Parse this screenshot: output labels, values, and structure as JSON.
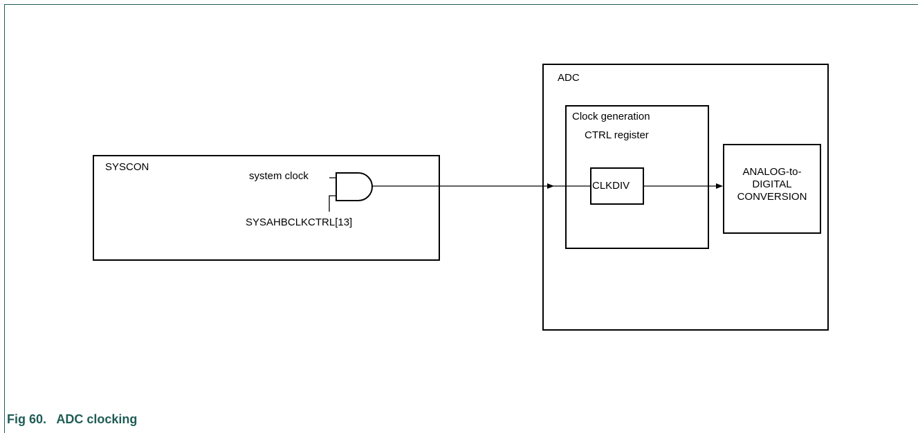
{
  "syscon": {
    "title": "SYSCON",
    "gate_input_label": "system clock",
    "gate_enable_label": "SYSAHBCLKCTRL[13]"
  },
  "adc": {
    "title": "ADC",
    "clockgen_line1": "Clock generation",
    "clockgen_line2": "CTRL register",
    "clkdiv_label": "CLKDIV",
    "conversion_line1": "ANALOG-to-",
    "conversion_line2": "DIGITAL",
    "conversion_line3": "CONVERSION"
  },
  "caption": "Fig 60.   ADC clocking",
  "colors": {
    "caption": "#1f5c55",
    "lines": "#000000"
  }
}
